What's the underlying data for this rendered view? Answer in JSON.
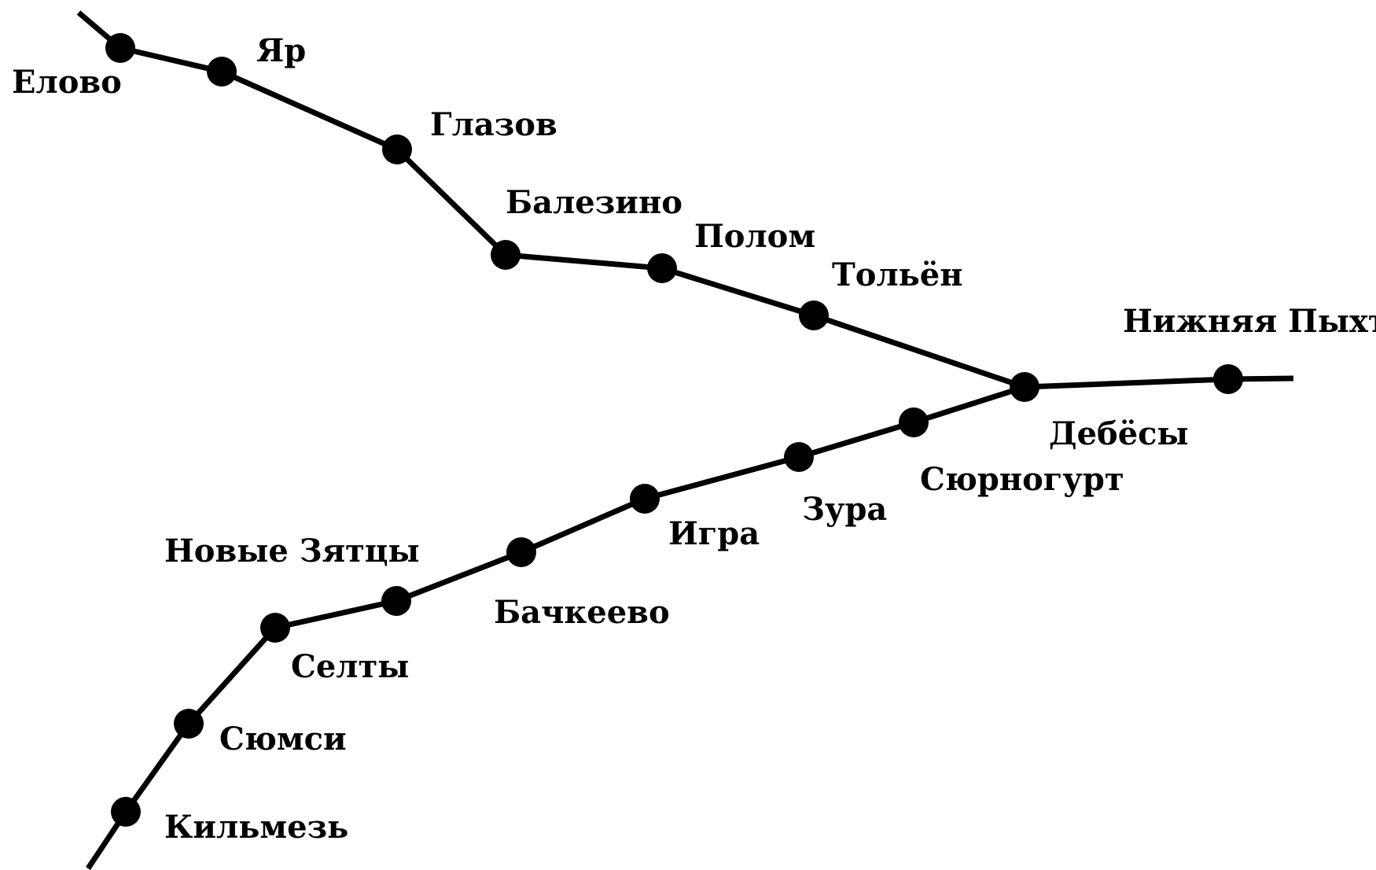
{
  "map": {
    "line_color": "#000000",
    "station_color": "#000000",
    "stations": {
      "elovo": "Елово",
      "yar": "Яр",
      "glazov": "Глазов",
      "balezino": "Балезино",
      "polom": "Полом",
      "tolyon": "Тольён",
      "nizhnyaya_pykhta": "Нижняя Пыхта",
      "debesy": "Дебёсы",
      "syurnogurt": "Сюрногурт",
      "zura": "Зура",
      "igra": "Игра",
      "bachkeevo": "Бачкеево",
      "novye_zyattsy": "Новые Зятцы",
      "selty": "Селты",
      "syumsi": "Сюмси",
      "kilmez": "Кильмезь"
    }
  }
}
